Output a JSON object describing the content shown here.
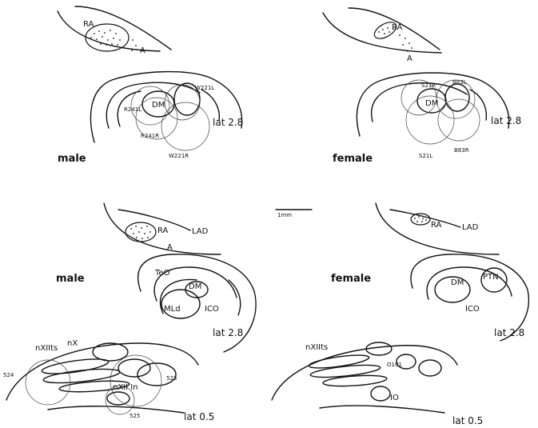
{
  "colors": {
    "ink": "#111111",
    "faint": "#444444",
    "background": "#ffffff"
  },
  "panels": {
    "top_left": {
      "sex": "male",
      "lat": "lat 2.8",
      "labels": {
        "ra": "RA",
        "a": "A",
        "dm": "DM",
        "w221l": "W221L",
        "r241l": "R241L",
        "r241r": "R241R",
        "w221r": "W221R"
      }
    },
    "top_right": {
      "sex": "female",
      "lat": "lat 2.8",
      "labels": {
        "ra": "RA",
        "a": "A",
        "dm": "DM",
        "s21r": "S21R",
        "b83l": "B83L",
        "s21l": "S21L",
        "b83r": "B83R"
      }
    },
    "mid_left": {
      "sex": "male",
      "lat": "lat 2.8",
      "labels": {
        "ra": "RA",
        "lad": "LAD",
        "a": "A",
        "teo": "TeO",
        "dm": "DM",
        "mld": "MLd",
        "ico": "ICO"
      }
    },
    "mid_right": {
      "sex": "female",
      "lat": "lat 2.8",
      "labels": {
        "ra": "RA",
        "lad": "LAD",
        "dm": "DM",
        "ptn": "PTN",
        "ico": "ICO"
      }
    },
    "bottom_left": {
      "lat": "lat 0.5",
      "labels": {
        "nxiits": "nXIIts",
        "nx": "nX",
        "nxiiin": "nXII In",
        "n524": "524",
        "n523": "523",
        "n525": "525"
      }
    },
    "bottom_right": {
      "lat": "lat 0.5",
      "labels": {
        "nxiits": "nXIIts",
        "o101": "O101",
        "io": "IO"
      }
    }
  },
  "scale_bar": {
    "label": "1mm"
  }
}
